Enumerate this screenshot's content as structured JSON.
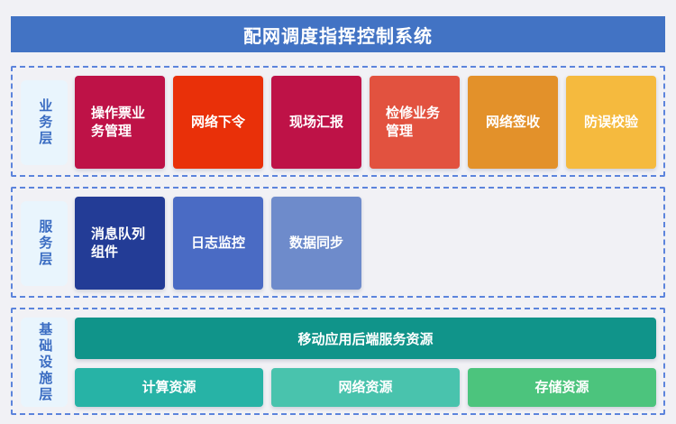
{
  "page": {
    "bg": "#f1f1f5",
    "dashed_border_color": "#5c84dc"
  },
  "header": {
    "title": "配网调度指挥控制系统",
    "bg": "#4273c4",
    "text_color": "#ffffff"
  },
  "label_style": {
    "bg": "#e9f5fd",
    "text_color": "#3a6cc2"
  },
  "layers": {
    "business": {
      "label": "业务层",
      "boxes": [
        {
          "label": "操作票业务管理",
          "color": "#be1247"
        },
        {
          "label": "网络下令",
          "color": "#e93009"
        },
        {
          "label": "现场汇报",
          "color": "#be1247"
        },
        {
          "label": "检修业务管理",
          "color": "#e2523f"
        },
        {
          "label": "网络签收",
          "color": "#e3912a"
        },
        {
          "label": "防误校验",
          "color": "#f5ba3e"
        }
      ]
    },
    "service": {
      "label": "服务层",
      "boxes": [
        {
          "label": "消息队列组件",
          "color": "#233c96"
        },
        {
          "label": "日志监控",
          "color": "#4a6bc4"
        },
        {
          "label": "数据同步",
          "color": "#6e8bcb"
        }
      ]
    },
    "infrastructure": {
      "label": "基础设施层",
      "wide_box": {
        "label": "移动应用后端服务资源",
        "color": "#10948a"
      },
      "boxes": [
        {
          "label": "计算资源",
          "color": "#27b3a6"
        },
        {
          "label": "网络资源",
          "color": "#49c3ad"
        },
        {
          "label": "存储资源",
          "color": "#4cc47d"
        }
      ]
    }
  }
}
